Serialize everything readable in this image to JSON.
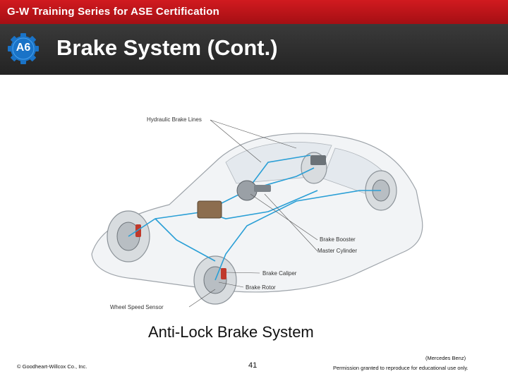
{
  "header": {
    "series_title": "G-W Training Series for ASE Certification",
    "badge": "A6",
    "slide_title": "Brake System (Cont.)"
  },
  "figure": {
    "callouts": {
      "hydraulic_brake_lines": "Hydraulic Brake Lines",
      "brake_booster": "Brake Booster",
      "master_cylinder": "Master Cylinder",
      "brake_caliper": "Brake Caliper",
      "brake_rotor": "Brake Rotor",
      "wheel_speed_sensor": "Wheel Speed Sensor"
    },
    "caption": "Anti-Lock Brake System",
    "source_credit": "(Mercedes Benz)"
  },
  "footer": {
    "copyright": "© Goodheart-Willcox Co., Inc.",
    "page_number": "41",
    "permission": "Permission granted to reproduce for educational use only."
  },
  "colors": {
    "top_bar": "#c4161c",
    "header_bg": "#2b2b2b",
    "badge": "#1a73c7",
    "brake_lines": "#2a9fd6"
  }
}
